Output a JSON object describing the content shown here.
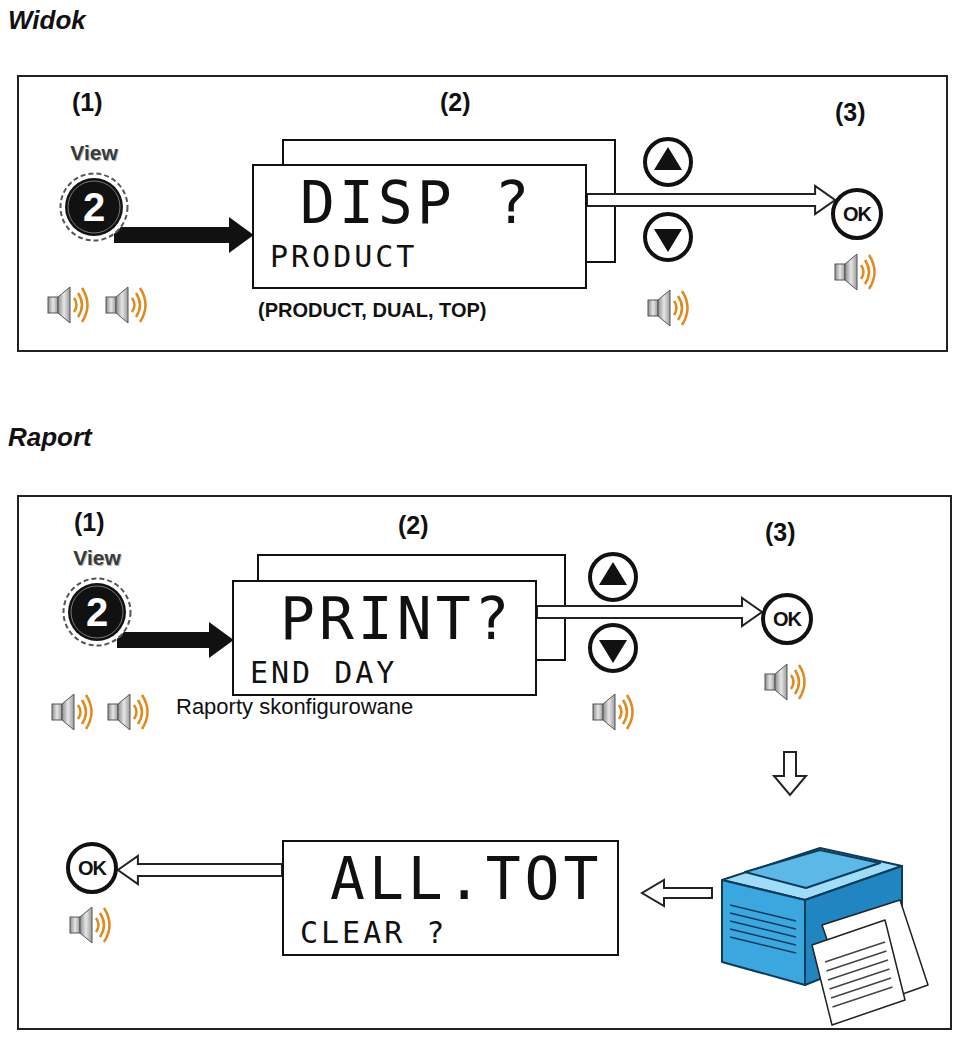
{
  "diagram": {
    "nodes": [
      {
        "text": [
          "Widok"
        ]
      },
      {
        "text": [
          "View",
          "2"
        ],
        "in": 0
      },
      {
        "text": [
          "DISP ?",
          "PRODUCT"
        ],
        "in": 0
      },
      {
        "text": [
          "OK"
        ],
        "in": 0
      },
      {
        "text": [
          "Raport"
        ]
      },
      {
        "text": [
          "View",
          "2"
        ],
        "in": 4
      },
      {
        "text": [
          "PRINT?",
          "END DAY"
        ],
        "in": 4
      },
      {
        "text": [
          "OK"
        ],
        "in": 4
      },
      {
        "text": [
          "ALL.TOT",
          "CLEAR ?"
        ],
        "in": 4
      },
      {
        "text": [
          "OK"
        ],
        "in": 4
      }
    ],
    "edges": [
      {
        "from": 1,
        "to": 2,
        "arrow": "to"
      },
      {
        "from": 2,
        "to": 3,
        "arrow": "to"
      },
      {
        "from": 5,
        "to": 6,
        "arrow": "to"
      },
      {
        "from": 6,
        "to": 7,
        "arrow": "to"
      },
      {
        "from": 8,
        "to": 9,
        "arrow": "to"
      }
    ],
    "labels": [
      "(1)",
      "(2)",
      "(3)",
      "(PRODUCT, DUAL, TOP)",
      "(1)",
      "(2)",
      "(3)",
      "Raporty skonfigurowane"
    ]
  }
}
